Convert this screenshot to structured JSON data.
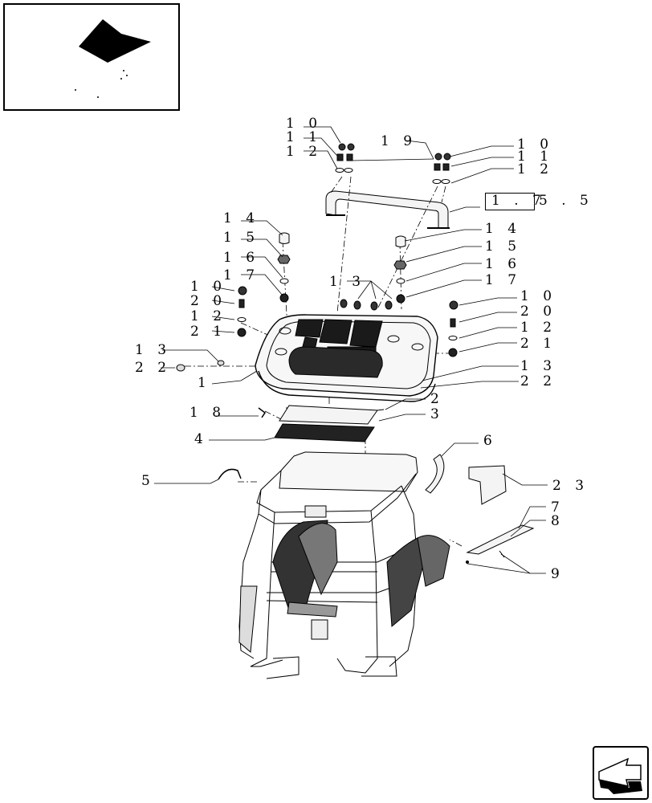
{
  "colors": {
    "line": "#000000",
    "paper": "#ffffff",
    "part_fill": "#f4f4f4",
    "glass": "#1a1a1a"
  },
  "icons": {
    "thumbnail": "location-thumbnail-icon",
    "nav": "next-page-arrow-icon"
  },
  "reference": {
    "boxed": "1 . 7",
    "rest": "5 . 5"
  },
  "callouts": {
    "c10a": "1 0",
    "c11a": "1 1",
    "c12a": "1 2",
    "c19": "1 9",
    "c10b": "1 0",
    "c11b": "1 1",
    "c12b": "1 2",
    "c14a": "1 4",
    "c15a": "1 5",
    "c16a": "1 6",
    "c17a": "1 7",
    "c10c": "1 0",
    "c20a": "2 0",
    "c12c": "1 2",
    "c21a": "2 1",
    "c14b": "1 4",
    "c15b": "1 5",
    "c16b": "1 6",
    "c17b": "1 7",
    "c13a": "1 3",
    "c10d": "1 0",
    "c20b": "2 0",
    "c12d": "1 2",
    "c21b": "2 1",
    "c13b": "1 3",
    "c22a": "2 2",
    "c1": "1",
    "c13c": "1 3",
    "c22b": "2 2",
    "c2": "2",
    "c18": "1 8",
    "c3": "3",
    "c4": "4",
    "c5": "5",
    "c6": "6",
    "c23": "2 3",
    "c7": "7",
    "c8": "8",
    "c9": "9"
  }
}
